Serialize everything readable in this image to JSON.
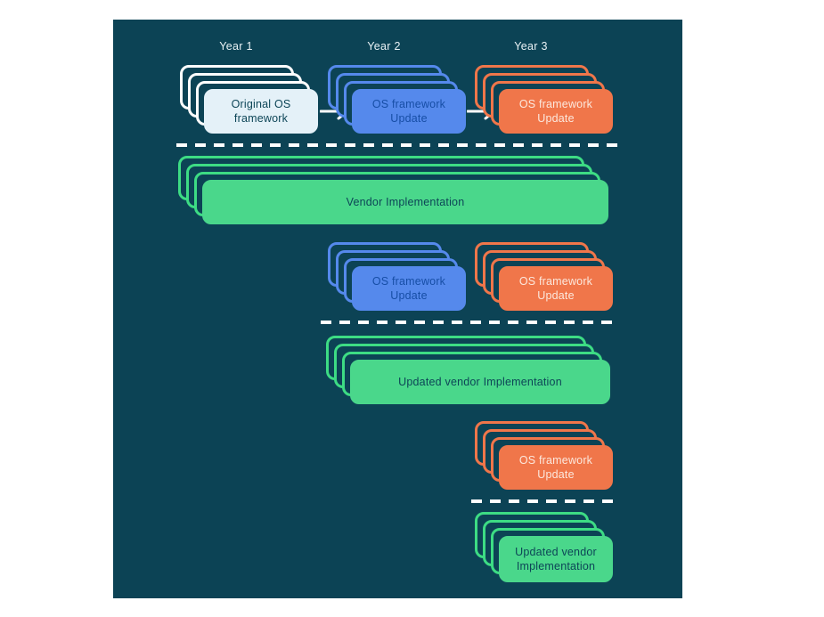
{
  "palette": {
    "canvas_bg": "#0c4355",
    "white_line": "#ffffff",
    "light_fill": "#e4f1f8",
    "dark_text": "#0d4557",
    "blue": "#5589ec",
    "blue_text": "#174ea6",
    "orange": "#f0764a",
    "orange_text": "#fce8dd",
    "green_line": "#3ddc84",
    "green_fill": "#4ad78b",
    "year_text": "#e9f2f5"
  },
  "columns": [
    {
      "label": "Year 1"
    },
    {
      "label": "Year 2"
    },
    {
      "label": "Year 3"
    }
  ],
  "stacks": [
    {
      "id": "original-os-framework",
      "color": "white",
      "label": "Original OS\nframework"
    },
    {
      "id": "os-framework-update-year2",
      "color": "blue",
      "label": "OS framework\nUpdate"
    },
    {
      "id": "os-framework-update-year3",
      "color": "orange",
      "label": "OS framework\nUpdate"
    },
    {
      "id": "vendor-implementation",
      "color": "green",
      "label": "Vendor Implementation"
    },
    {
      "id": "os-framework-update-row2-blue",
      "color": "blue",
      "label": "OS framework\nUpdate"
    },
    {
      "id": "os-framework-update-row2-orange",
      "color": "orange",
      "label": "OS framework\nUpdate"
    },
    {
      "id": "updated-vendor-implementation",
      "color": "green",
      "label": "Updated vendor Implementation"
    },
    {
      "id": "os-framework-update-row3",
      "color": "orange",
      "label": "OS framework\nUpdate"
    },
    {
      "id": "updated-vendor-implementation-2",
      "color": "green",
      "label": "Updated vendor\nImplementation"
    }
  ]
}
